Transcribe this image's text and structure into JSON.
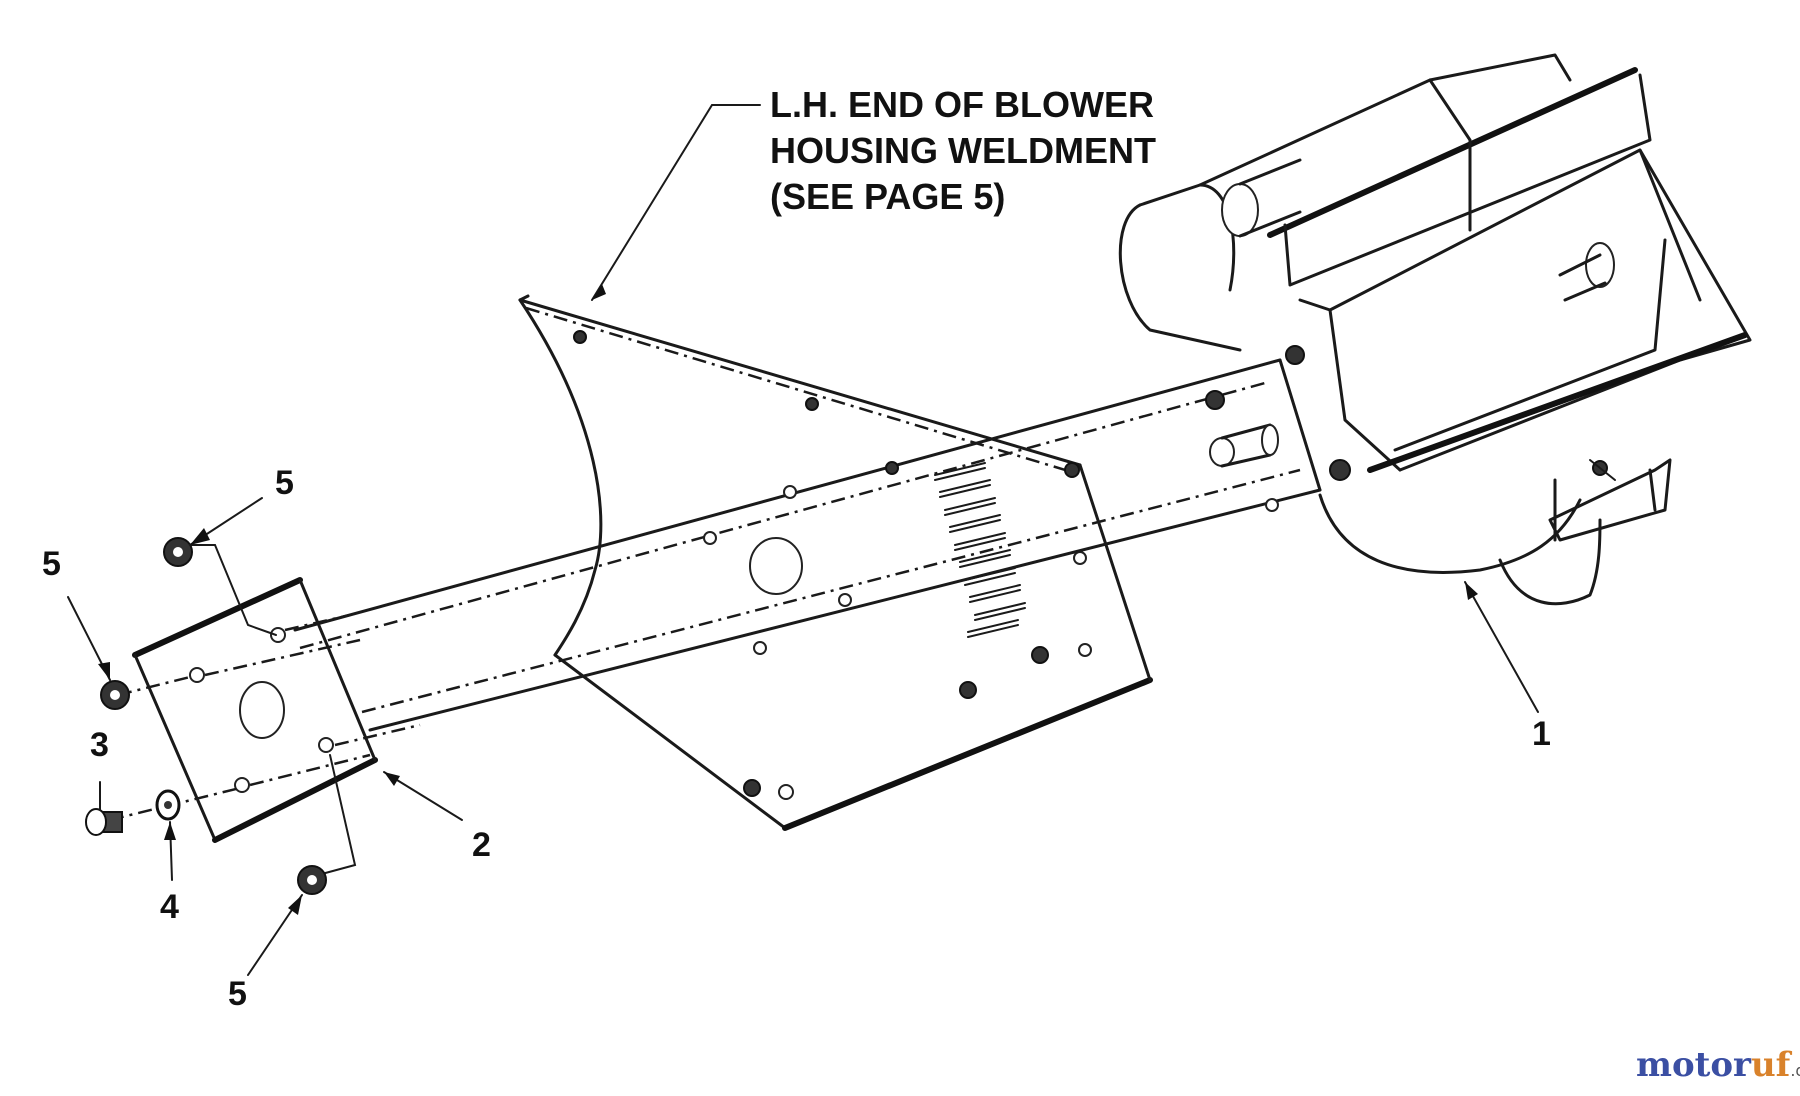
{
  "callout": {
    "line1": "L.H. END OF BLOWER",
    "line2": "HOUSING WELDMENT",
    "line3": "(SEE PAGE 5)"
  },
  "labels": {
    "part_1": "1",
    "part_2": "2",
    "part_3": "3",
    "part_4": "4",
    "part_5_a": "5",
    "part_5_b": "5",
    "part_5_c": "5"
  },
  "watermark": {
    "brand_a": "motor",
    "brand_b": "uf",
    "tld": ".de"
  },
  "colors": {
    "line": "#1a1a1a",
    "watermark_a": "#3b4fa3",
    "watermark_b": "#d9822b"
  }
}
